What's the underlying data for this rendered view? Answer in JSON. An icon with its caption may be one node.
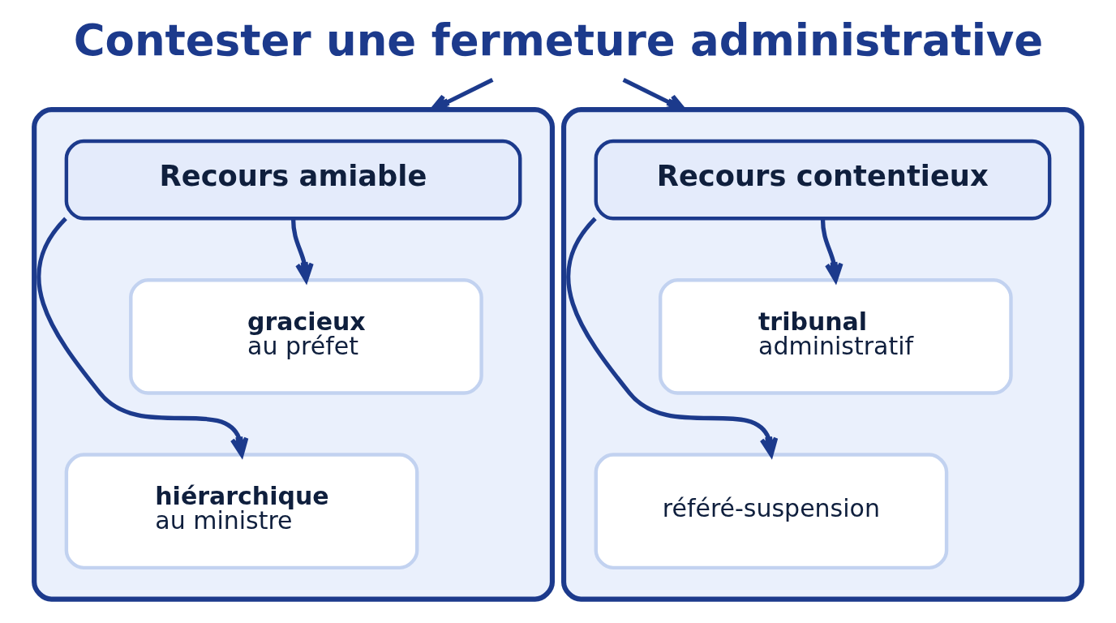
{
  "diagram": {
    "nodes": [
      {
        "text": [
          "Contester une fermeture administrative"
        ]
      },
      {
        "text": [],
        "shape": "box"
      },
      {
        "text": [
          "Recours amiable"
        ],
        "in": 1
      },
      {
        "text": [
          "gracieux",
          "au préfet"
        ],
        "in": 1
      },
      {
        "text": [
          "hiérarchique",
          "au ministre"
        ],
        "in": 1
      },
      {
        "text": [],
        "shape": "box"
      },
      {
        "text": [
          "Recours contentieux"
        ],
        "in": 5
      },
      {
        "text": [
          "tribunal",
          "administratif"
        ],
        "in": 5
      },
      {
        "text": [
          "référé-suspension"
        ],
        "in": 5
      }
    ],
    "edges": [
      {
        "from": 0,
        "to": 1,
        "arrow": "to"
      },
      {
        "from": 0,
        "to": 5,
        "arrow": "to"
      },
      {
        "from": 2,
        "to": 3,
        "arrow": "to"
      },
      {
        "from": 2,
        "to": 4,
        "arrow": "to"
      },
      {
        "from": 6,
        "to": 7,
        "arrow": "to"
      },
      {
        "from": 6,
        "to": 8,
        "arrow": "to"
      }
    ]
  }
}
